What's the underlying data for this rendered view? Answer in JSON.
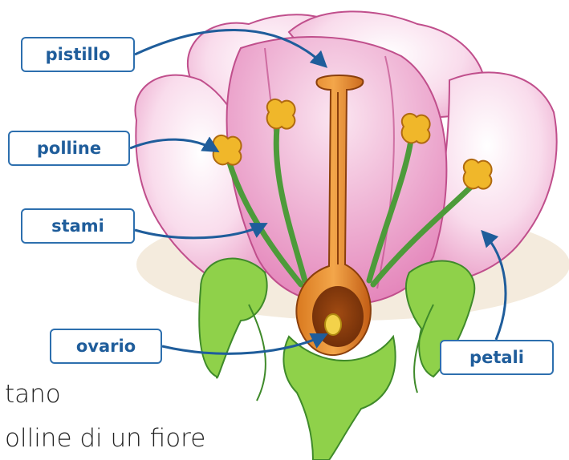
{
  "labels": {
    "pistillo": "pistillo",
    "polline": "polline",
    "stami": "stami",
    "ovario": "ovario",
    "petali": "petali"
  },
  "caption": {
    "line1": "tano",
    "line2": "olline di un fiore"
  },
  "colors": {
    "label_border": "#2d6fae",
    "label_text": "#1f5d9b",
    "arrow": "#1f5d9b",
    "petal": "#f4c6df",
    "petal_edge": "#c04f8c",
    "stem": "#7fc23c",
    "pistil": "#c8671e",
    "anther": "#f0b72a"
  }
}
